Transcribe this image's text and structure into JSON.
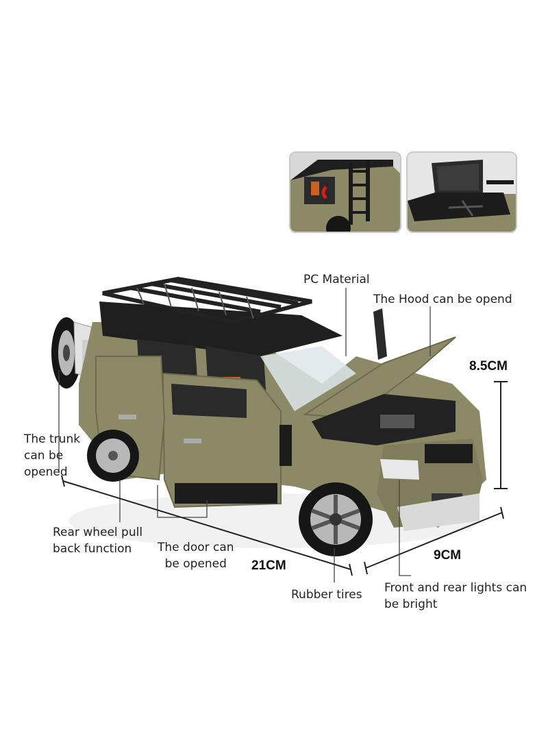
{
  "labels": {
    "pc_material": "PC Material",
    "hood": "The Hood can be opend",
    "trunk": "The trunk\ncan be\nopened",
    "rear_wheel": "Rear wheel pull\nback function",
    "door": "The door can\nbe opened",
    "rubber_tires": "Rubber tires",
    "lights": "Front and rear lights can\nbe bright"
  },
  "dimensions": {
    "height": "8.5CM",
    "length": "21CM",
    "width": "9CM"
  },
  "colors": {
    "body": "#8c8a66",
    "body_dark": "#6d6b4e",
    "roof": "#1f1f1f",
    "interior": "#c9621f",
    "tire": "#161616",
    "rim": "#b8b8b8",
    "leader_line": "#444444"
  }
}
